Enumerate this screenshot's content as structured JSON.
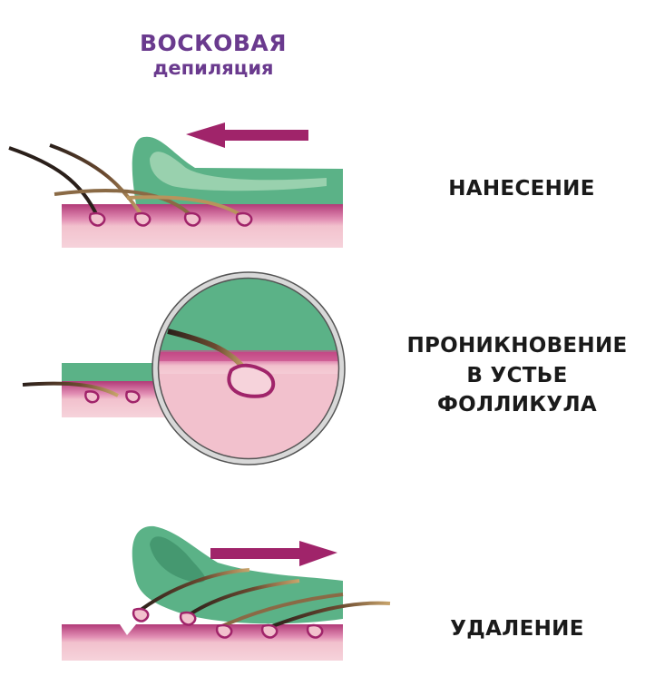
{
  "title": {
    "line1": "ВОСКОВАЯ",
    "line2": "депиляция"
  },
  "steps": [
    {
      "label": "НАНЕСЕНИЕ"
    },
    {
      "label_lines": [
        "ПРОНИКНОВЕНИЕ",
        "В УСТЬЕ",
        "ФОЛЛИКУЛА"
      ]
    },
    {
      "label": "УДАЛЕНИЕ"
    }
  ],
  "colors": {
    "title": "#6a3a8e",
    "wax": "#5bb287",
    "wax_dark": "#3e8f68",
    "wax_light": "#a9d8b8",
    "skin_top": "#c94f8b",
    "skin_body": "#f2c1cd",
    "arrow": "#a0246a",
    "hair_dark": "#2a1f1a",
    "hair_light": "#b8935c"
  }
}
